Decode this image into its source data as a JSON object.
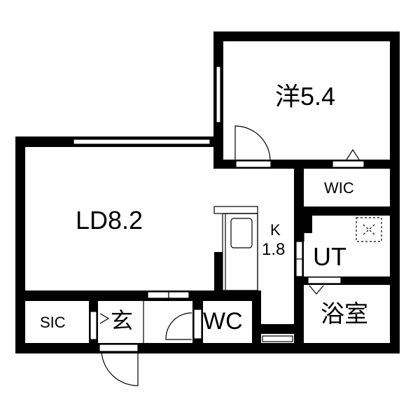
{
  "rooms": {
    "western": "洋5.4",
    "ld": "LD8.2",
    "kitchen_k": "K",
    "kitchen_size": "1.8",
    "wic": "WIC",
    "ut": "UT",
    "bath": "浴室",
    "sic": "SIC",
    "entrance": "玄",
    "wc": "WC"
  },
  "colors": {
    "wall": "#000000",
    "background": "#ffffff"
  }
}
